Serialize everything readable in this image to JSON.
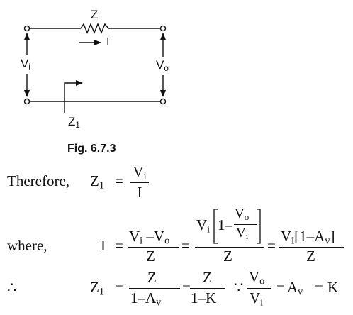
{
  "figure": {
    "caption": "Fig. 6.7.3",
    "labels": {
      "impedance": "Z",
      "current": "I",
      "input_voltage": "V",
      "input_voltage_sub": "i",
      "output_voltage": "V",
      "output_voltage_sub": "o",
      "miller_impedance": "Z",
      "miller_impedance_sub": "1"
    }
  },
  "equations": {
    "eq1": {
      "lead": "Therefore,",
      "lhs": "Z",
      "lhs_sub": "1",
      "eq": "=",
      "num": "V",
      "num_sub": "i",
      "den": "I"
    },
    "eq2": {
      "lead": "where,",
      "lhs": "I",
      "eq1": "=",
      "f1_num_a": "V",
      "f1_num_a_sub": "i",
      "f1_num_minus": " –V",
      "f1_num_b_sub": "o",
      "f1_den": "Z",
      "eq2": "=",
      "f2_num_v": "V",
      "f2_num_v_sub": "i",
      "f2_num_one_minus": "1–",
      "f2_inner_num": "V",
      "f2_inner_num_sub": "o",
      "f2_inner_den": "V",
      "f2_inner_den_sub": "i",
      "f2_den": "Z",
      "eq3": "=",
      "f3_num_v": "V",
      "f3_num_v_sub": "i",
      "f3_num_rest": "[1–A",
      "f3_num_rest_sub": "v",
      "f3_num_close": "]",
      "f3_den": "Z"
    },
    "eq3": {
      "lead": "∴",
      "lhs": "Z",
      "lhs_sub": "1",
      "eq1": "=",
      "f1_num": "Z",
      "f1_den": "1–A",
      "f1_den_sub": "v",
      "eq2": "=",
      "f2_num": "Z",
      "f2_den": "1–K",
      "because": "∵",
      "f3_num": "V",
      "f3_num_sub": "o",
      "f3_den": "V",
      "f3_den_sub": "i",
      "eq3": "=",
      "rhs_a": "A",
      "rhs_a_sub": "v",
      "eq4": "=",
      "rhs_b": "K"
    }
  }
}
